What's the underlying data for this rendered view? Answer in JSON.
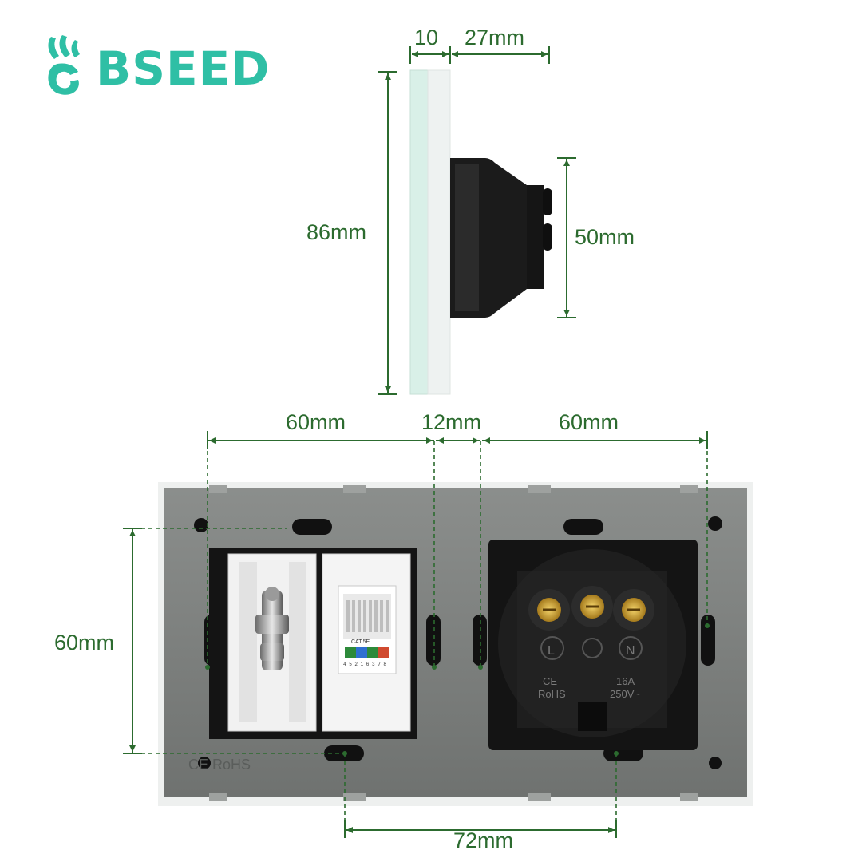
{
  "brand": {
    "name": "BSEED",
    "color": "#2fbfa5"
  },
  "colors": {
    "dimension": "#2c6b2f",
    "plate": "#7f8280",
    "glass": "#d9f0e8",
    "module": "#1a1a1a"
  },
  "icons": {
    "logo": "bunny-ears-logo",
    "coax": "tv-coax-jack-icon",
    "rj45": "rj45-jack-icon",
    "schuko": "schuko-socket-icon"
  },
  "dimensions": {
    "side_plate_thickness": "10",
    "side_module_depth": "27mm",
    "side_plate_height": "86mm",
    "side_module_height": "50mm",
    "front_left_module_width": "60mm",
    "front_gap": "12mm",
    "front_right_module_width": "60mm",
    "front_module_height": "60mm",
    "front_mount_spacing": "72mm"
  },
  "labels": {
    "ce_rohs_left": "CE RoHS",
    "socket_L": "L",
    "socket_N": "N",
    "socket_ce": "CE",
    "socket_rohs": "RoHS",
    "socket_current": "16A",
    "socket_voltage": "250V~",
    "rj45_cat": "CAT.5E",
    "rj45_pins": "4 5 2 1 6 3 7 8"
  }
}
